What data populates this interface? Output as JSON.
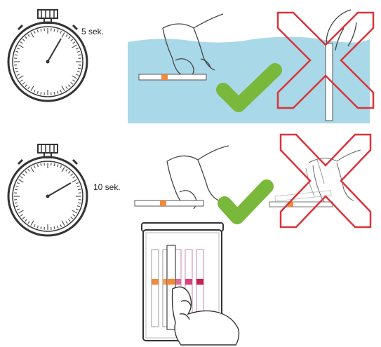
{
  "steps": [
    {
      "timer_label": "5 sek.",
      "timer_seconds": 5,
      "medium": "water"
    },
    {
      "timer_label": "10 sek.",
      "timer_seconds": 10,
      "medium": "air"
    }
  ],
  "colors": {
    "water": "#a9d8e8",
    "check": "#7ab83b",
    "cross": "#d9343a",
    "strip_pad": "#f08a3c",
    "outline": "#333333"
  },
  "icons": [
    "stopwatch-icon",
    "checkmark-icon",
    "cross-icon",
    "hand-icon",
    "test-strip-icon",
    "color-chart-icon"
  ]
}
